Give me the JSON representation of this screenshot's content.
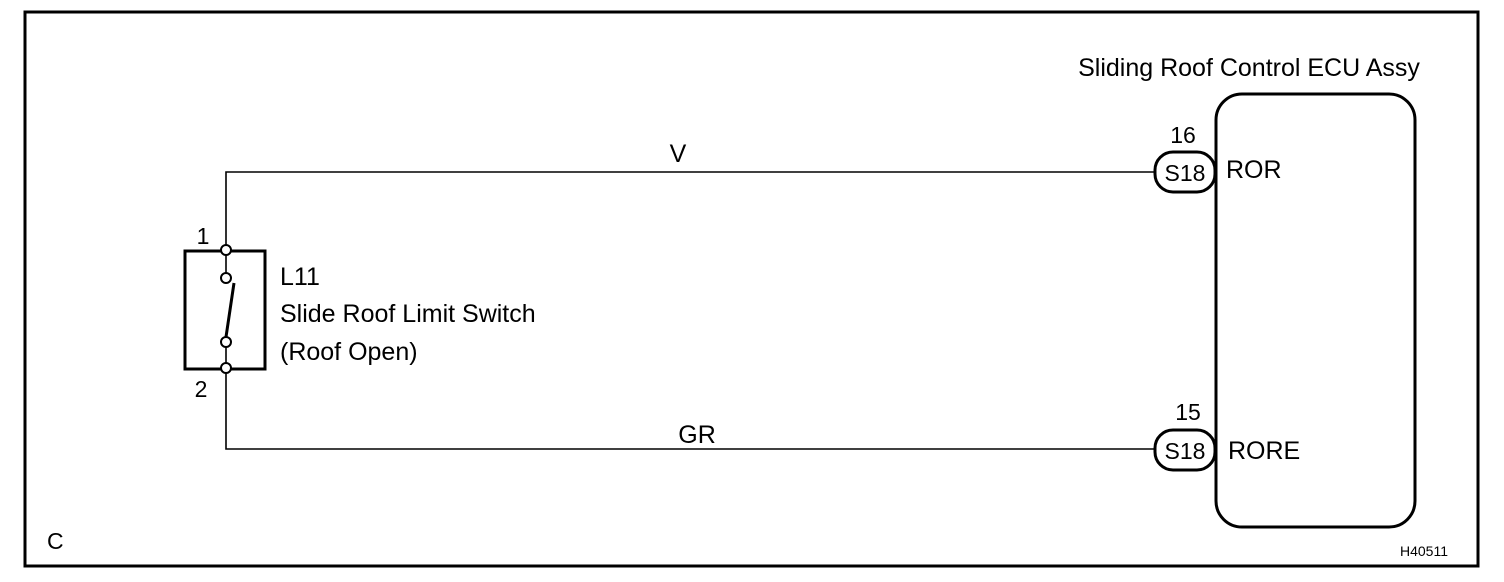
{
  "diagram": {
    "code_letter": "C",
    "figure_id": "H40511",
    "ecu": {
      "name": "Sliding Roof Control ECU Assy",
      "terminals": [
        {
          "connector": "S18",
          "pin": "16",
          "signal": "ROR"
        },
        {
          "connector": "S18",
          "pin": "15",
          "signal": "RORE"
        }
      ]
    },
    "switch": {
      "code": "L11",
      "name": "Slide Roof Limit Switch",
      "condition": "(Roof Open)",
      "pins": [
        "1",
        "2"
      ]
    },
    "wires": [
      {
        "color": "V"
      },
      {
        "color": "GR"
      }
    ]
  }
}
